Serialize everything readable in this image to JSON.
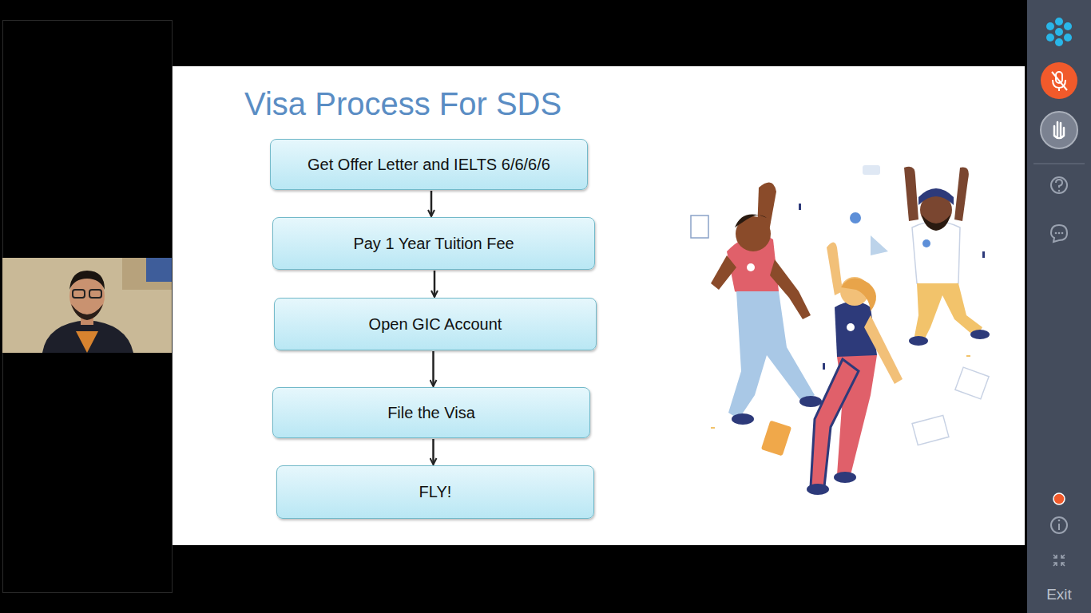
{
  "diagram": {
    "title": "Visa Process For SDS",
    "nodes": [
      {
        "text": [
          "Get Offer Letter and IELTS 6/6/6/6"
        ]
      },
      {
        "text": [
          "Pay 1 Year Tuition Fee"
        ]
      },
      {
        "text": [
          "Open GIC Account"
        ]
      },
      {
        "text": [
          "File the Visa"
        ]
      },
      {
        "text": [
          "FLY!"
        ]
      }
    ],
    "edges": [
      {
        "from": 0,
        "to": 1,
        "arrow": "to"
      },
      {
        "from": 1,
        "to": 2,
        "arrow": "to"
      },
      {
        "from": 2,
        "to": 3,
        "arrow": "to"
      },
      {
        "from": 3,
        "to": 4,
        "arrow": "to"
      }
    ],
    "labels": [
      "Exit"
    ]
  }
}
